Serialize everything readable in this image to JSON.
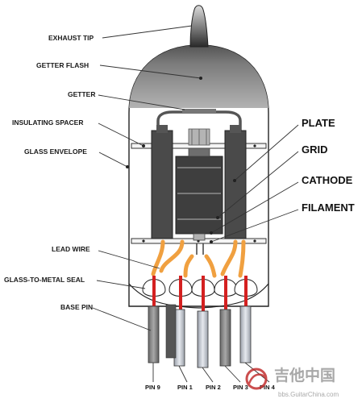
{
  "labels": {
    "exhaust_tip": "EXHAUST TIP",
    "getter_flash": "GETTER FLASH",
    "getter": "GETTER",
    "insulating_spacer": "INSULATING SPACER",
    "glass_envelope": "GLASS ENVELOPE",
    "lead_wire": "LEAD WIRE",
    "glass_to_metal_seal": "GLASS-TO-METAL SEAL",
    "base_pin": "BASE PIN",
    "plate": "PLATE",
    "grid": "GRID",
    "cathode": "CATHODE",
    "filament": "FILAMENT"
  },
  "pins": [
    "PIN 9",
    "PIN 1",
    "PIN 2",
    "PIN 3",
    "PIN 4"
  ],
  "watermark": {
    "chinese": "吉他中国",
    "url": "bbs.GuitarChina.com"
  },
  "colors": {
    "lead_wire": "#f0a040",
    "seal_wire": "#d42020",
    "plate": "#4a4a4a",
    "pin": "#8a8a8a"
  }
}
